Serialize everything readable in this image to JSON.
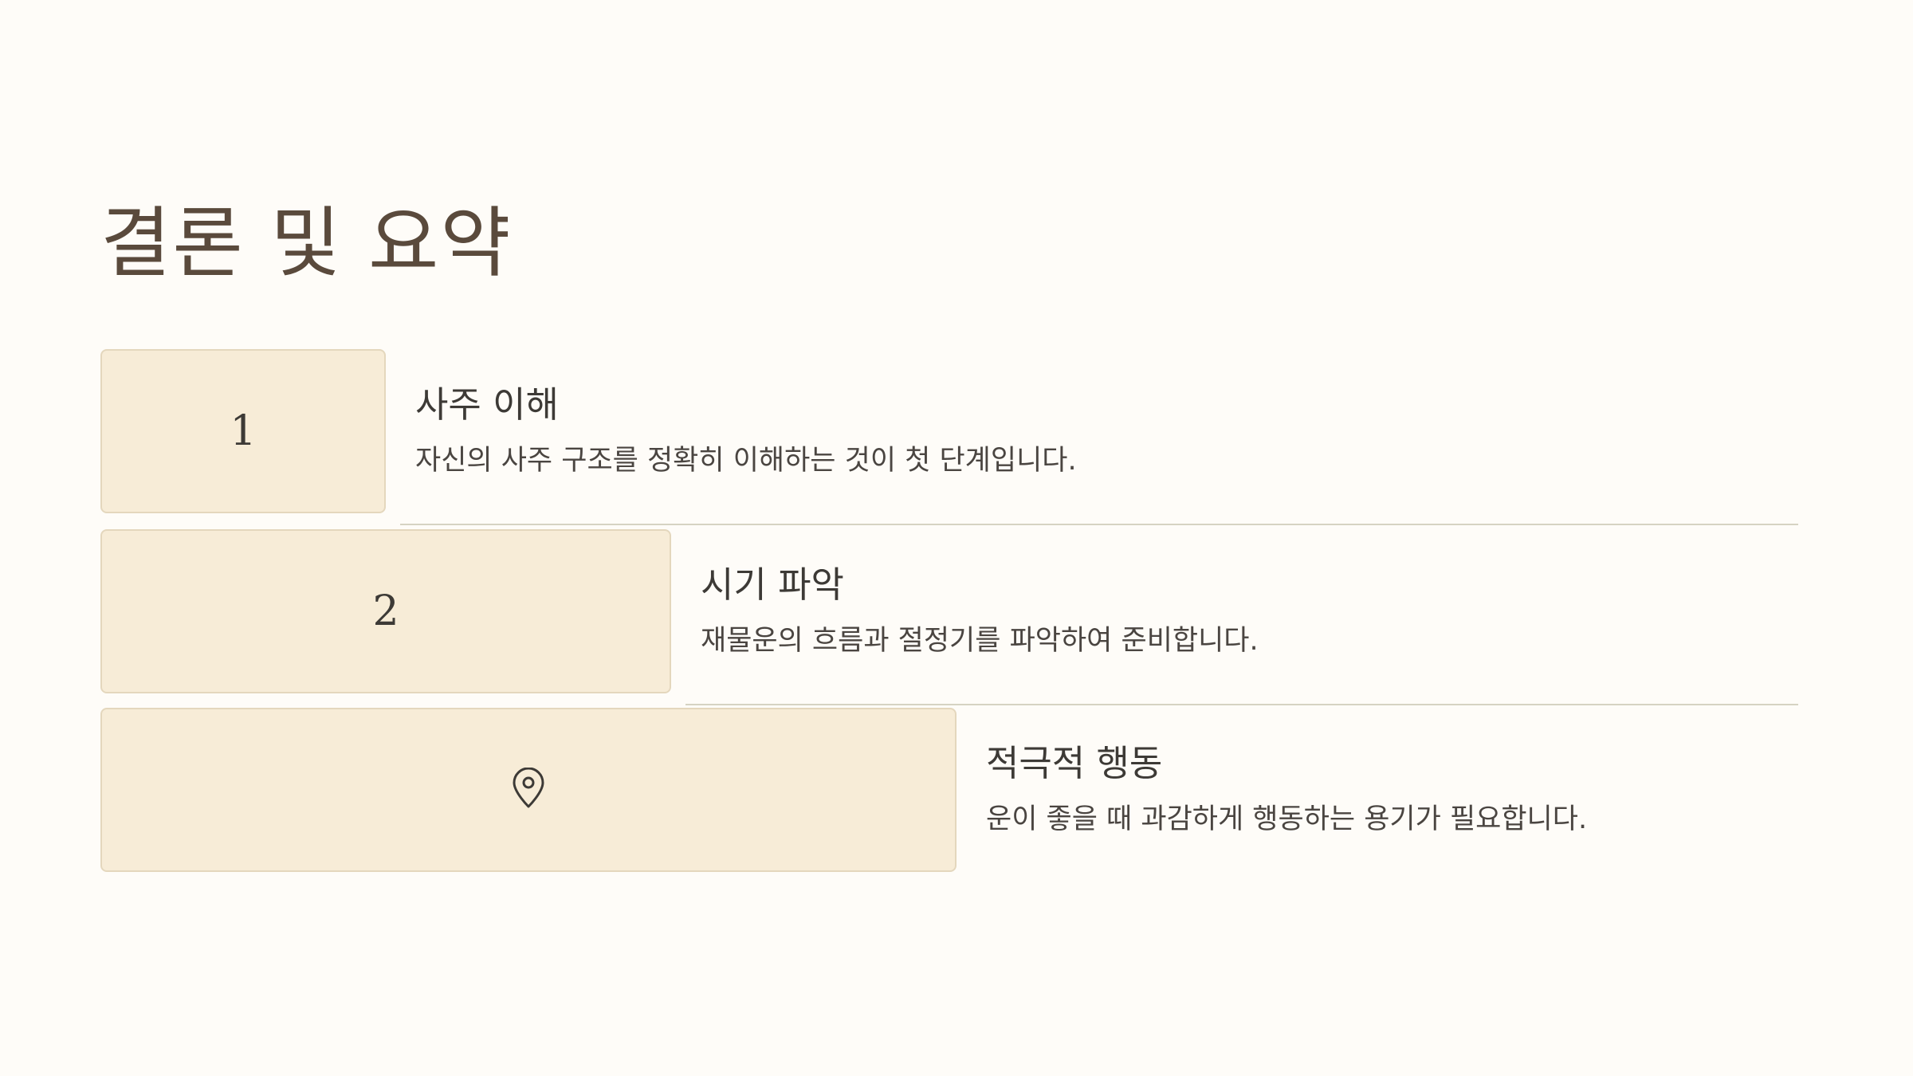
{
  "title": "결론 및 요약",
  "steps": [
    {
      "marker": "1",
      "heading": "사주 이해",
      "description": "자신의 사주 구조를 정확히 이해하는 것이 첫 단계입니다."
    },
    {
      "marker": "2",
      "heading": "시기 파악",
      "description": "재물운의 흐름과 절정기를 파악하여 준비합니다."
    },
    {
      "marker_icon": "map-pin-icon",
      "heading": "적극적 행동",
      "description": "운이 좋을 때 과감하게 행동하는 용기가 필요합니다."
    }
  ],
  "colors": {
    "background": "#fefcf8",
    "box_fill": "#f7ecd7",
    "box_border": "#e4d7bd",
    "title": "#5a4a3c",
    "text": "#3d3a36",
    "divider": "#d6d3c2"
  }
}
